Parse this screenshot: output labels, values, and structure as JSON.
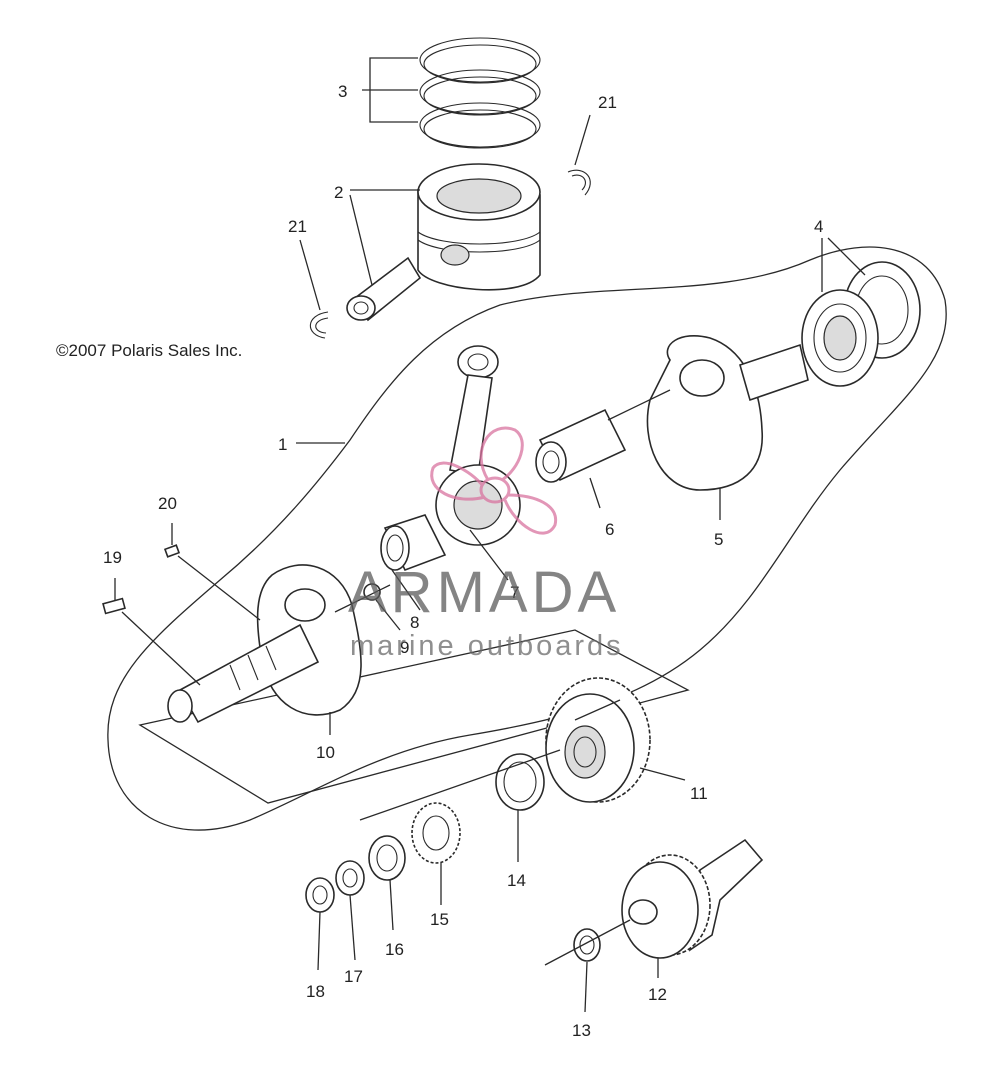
{
  "copyright": "©2007 Polaris Sales Inc.",
  "watermark": {
    "brand": "ARMADA",
    "tagline": "marine outboards",
    "colors": {
      "logo": "#d9739f",
      "text": "#5b5b5b"
    }
  },
  "callouts": [
    {
      "id": "1",
      "label": "1"
    },
    {
      "id": "2",
      "label": "2"
    },
    {
      "id": "3",
      "label": "3"
    },
    {
      "id": "4",
      "label": "4"
    },
    {
      "id": "5",
      "label": "5"
    },
    {
      "id": "6",
      "label": "6"
    },
    {
      "id": "7",
      "label": "7"
    },
    {
      "id": "8",
      "label": "8"
    },
    {
      "id": "9",
      "label": "9"
    },
    {
      "id": "10",
      "label": "10"
    },
    {
      "id": "11",
      "label": "11"
    },
    {
      "id": "12",
      "label": "12"
    },
    {
      "id": "13",
      "label": "13"
    },
    {
      "id": "14",
      "label": "14"
    },
    {
      "id": "15",
      "label": "15"
    },
    {
      "id": "16",
      "label": "16"
    },
    {
      "id": "17",
      "label": "17"
    },
    {
      "id": "18",
      "label": "18"
    },
    {
      "id": "19",
      "label": "19"
    },
    {
      "id": "20",
      "label": "20"
    },
    {
      "id": "21a",
      "label": "21"
    },
    {
      "id": "21b",
      "label": "21"
    }
  ]
}
